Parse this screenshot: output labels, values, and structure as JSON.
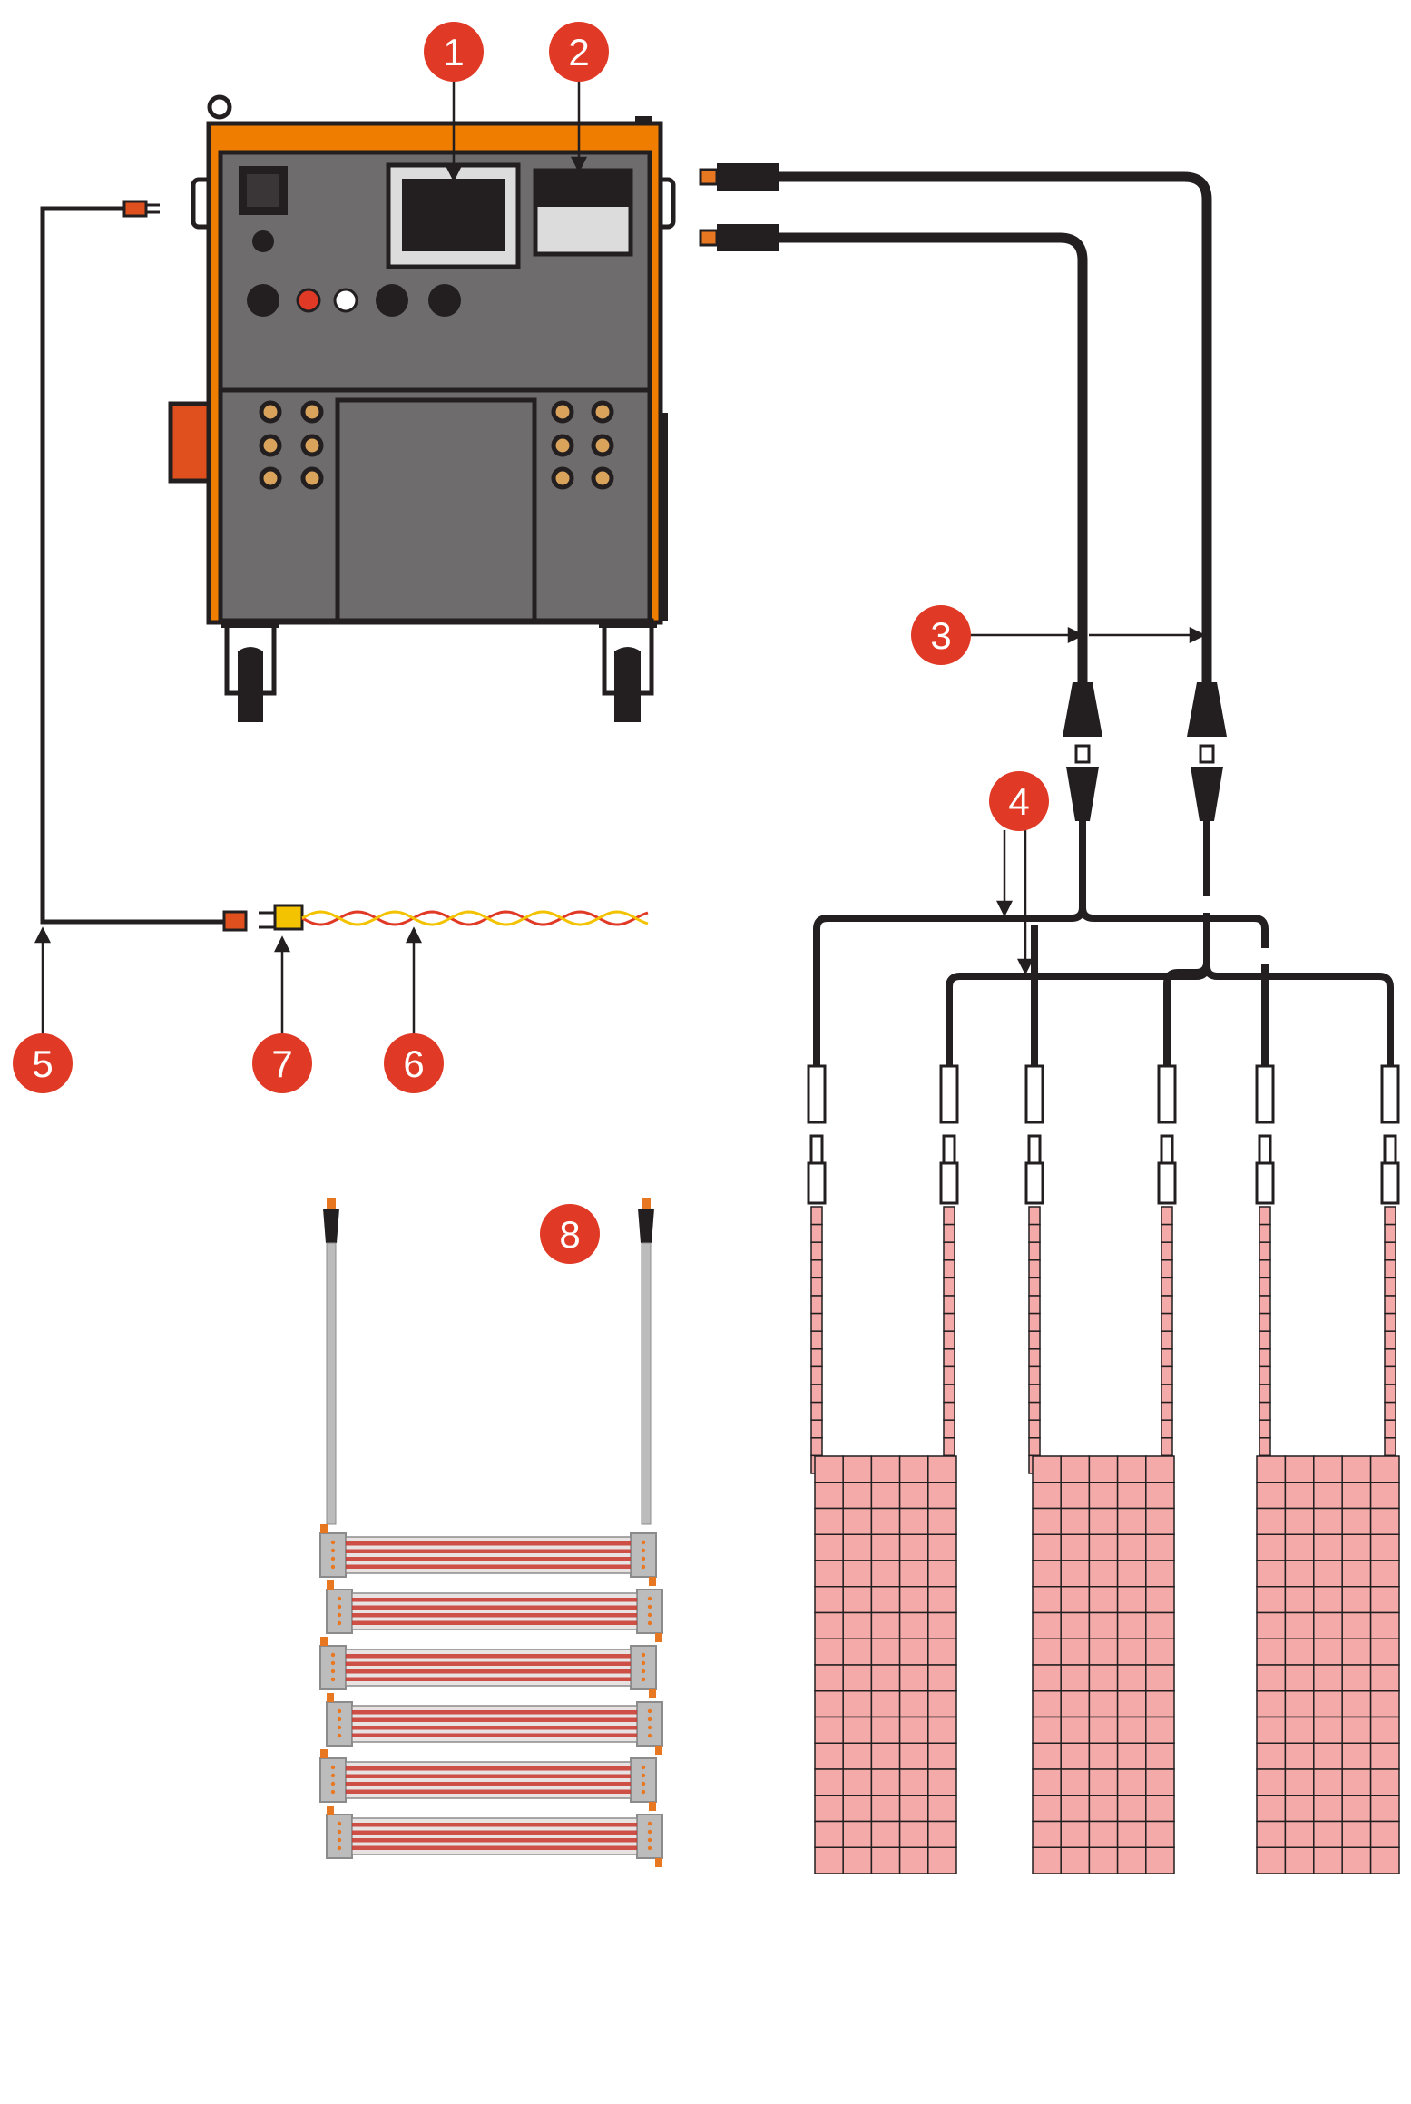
{
  "diagram": {
    "markers": [
      {
        "id": "1",
        "label": "1",
        "target": "control-display"
      },
      {
        "id": "2",
        "label": "2",
        "target": "recorder-panel"
      },
      {
        "id": "3",
        "label": "3",
        "target": "power-cables"
      },
      {
        "id": "4",
        "label": "4",
        "target": "splitter-cables"
      },
      {
        "id": "5",
        "label": "5",
        "target": "thermocouple-extension-cable"
      },
      {
        "id": "6",
        "label": "6",
        "target": "thermocouple-wire"
      },
      {
        "id": "7",
        "label": "7",
        "target": "thermocouple-plug"
      },
      {
        "id": "8",
        "label": "8",
        "target": "ceramic-heater-pad"
      }
    ],
    "colors": {
      "marker": "#e03a26",
      "machine_frame": "#ef7d00",
      "machine_panel": "#6e6c6d",
      "cable": "#231f20",
      "heater_pad": "#f3aaa9",
      "connector_pin": "#e87722"
    },
    "blanket_count": 3,
    "ladder_rows": 6
  }
}
